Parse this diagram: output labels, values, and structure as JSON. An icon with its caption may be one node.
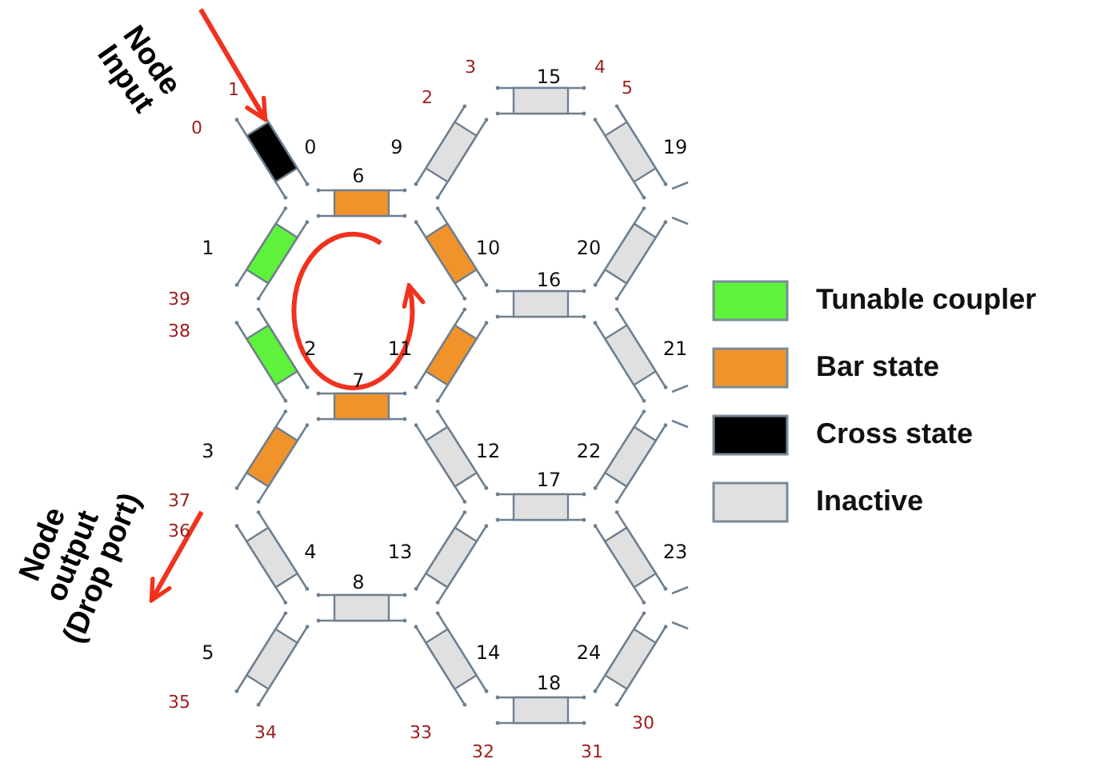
{
  "diagram": {
    "nodes": [
      {
        "text": [
          "Node Input"
        ]
      },
      {
        "text": [
          "Node output (Drop port)"
        ]
      },
      {
        "text": [],
        "shape": "box",
        "beside": [
          "0"
        ]
      },
      {
        "text": [],
        "shape": "box",
        "beside": [
          "1"
        ]
      },
      {
        "text": [],
        "shape": "box",
        "beside": [
          "2"
        ]
      },
      {
        "text": [],
        "shape": "box",
        "beside": [
          "3"
        ]
      },
      {
        "text": [],
        "shape": "box",
        "beside": [
          "4"
        ]
      },
      {
        "text": [],
        "shape": "box",
        "beside": [
          "5"
        ]
      },
      {
        "text": [],
        "shape": "box",
        "beside": [
          "6"
        ]
      },
      {
        "text": [],
        "shape": "box",
        "beside": [
          "7"
        ]
      },
      {
        "text": [],
        "shape": "box",
        "beside": [
          "8"
        ]
      },
      {
        "text": [],
        "shape": "box",
        "beside": [
          "9"
        ]
      },
      {
        "text": [],
        "shape": "box",
        "beside": [
          "10"
        ]
      },
      {
        "text": [],
        "shape": "box",
        "beside": [
          "11"
        ]
      },
      {
        "text": [],
        "shape": "box",
        "beside": [
          "12"
        ]
      },
      {
        "text": [],
        "shape": "box",
        "beside": [
          "13"
        ]
      },
      {
        "text": [],
        "shape": "box",
        "beside": [
          "14"
        ]
      },
      {
        "text": [],
        "shape": "box",
        "beside": [
          "15"
        ]
      },
      {
        "text": [],
        "shape": "box",
        "beside": [
          "16"
        ]
      },
      {
        "text": [],
        "shape": "box",
        "beside": [
          "17"
        ]
      },
      {
        "text": [],
        "shape": "box",
        "beside": [
          "18"
        ]
      },
      {
        "text": [],
        "shape": "box",
        "beside": [
          "19"
        ]
      },
      {
        "text": [],
        "shape": "box",
        "beside": [
          "20"
        ]
      },
      {
        "text": [],
        "shape": "box",
        "beside": [
          "21"
        ]
      },
      {
        "text": [],
        "shape": "box",
        "beside": [
          "22"
        ]
      },
      {
        "text": [],
        "shape": "box",
        "beside": [
          "23"
        ]
      },
      {
        "text": [],
        "shape": "box",
        "beside": [
          "24"
        ]
      }
    ],
    "edges": [
      {
        "from": 0,
        "to": 2,
        "arrow": "to",
        "color": "#f0321e"
      },
      {
        "from": null,
        "to": 1,
        "arrow": "to",
        "color": "#f0321e"
      }
    ],
    "labels": [
      "3",
      "4",
      "1",
      "5",
      "2",
      "0",
      "39",
      "38",
      "37",
      "36",
      "35",
      "30",
      "34",
      "33",
      "32",
      "31"
    ],
    "legend": [
      {
        "text": "Tunable coupler",
        "color": "#5ef23a"
      },
      {
        "text": "Bar state",
        "color": "#f0932b"
      },
      {
        "text": "Cross state",
        "color": "#000000"
      },
      {
        "text": "Inactive",
        "color": "#e0e0e0"
      }
    ]
  }
}
